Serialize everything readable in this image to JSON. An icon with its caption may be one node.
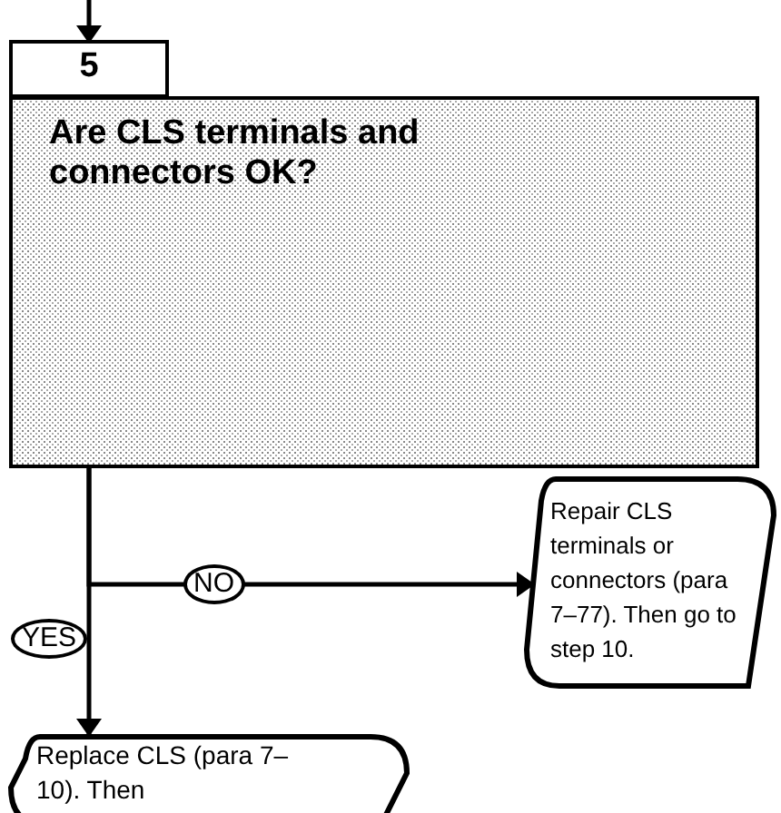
{
  "diagram": {
    "nodes": [
      {
        "text": [
          "5"
        ]
      },
      {
        "text": [
          "Are CLS terminals and connectors OK?"
        ]
      },
      {
        "text": [
          "Repair CLS terminals or connectors (para 7–77). Then go to step 10."
        ]
      },
      {
        "text": [
          "Replace CLS (para 7–10). Then"
        ]
      }
    ],
    "edges": [
      {
        "from": null,
        "to": 0,
        "arrow": "to"
      },
      {
        "from": 1,
        "to": 2,
        "arrow": "to",
        "label": "NO"
      },
      {
        "from": 1,
        "to": 3,
        "arrow": "to",
        "label": "YES"
      }
    ]
  }
}
